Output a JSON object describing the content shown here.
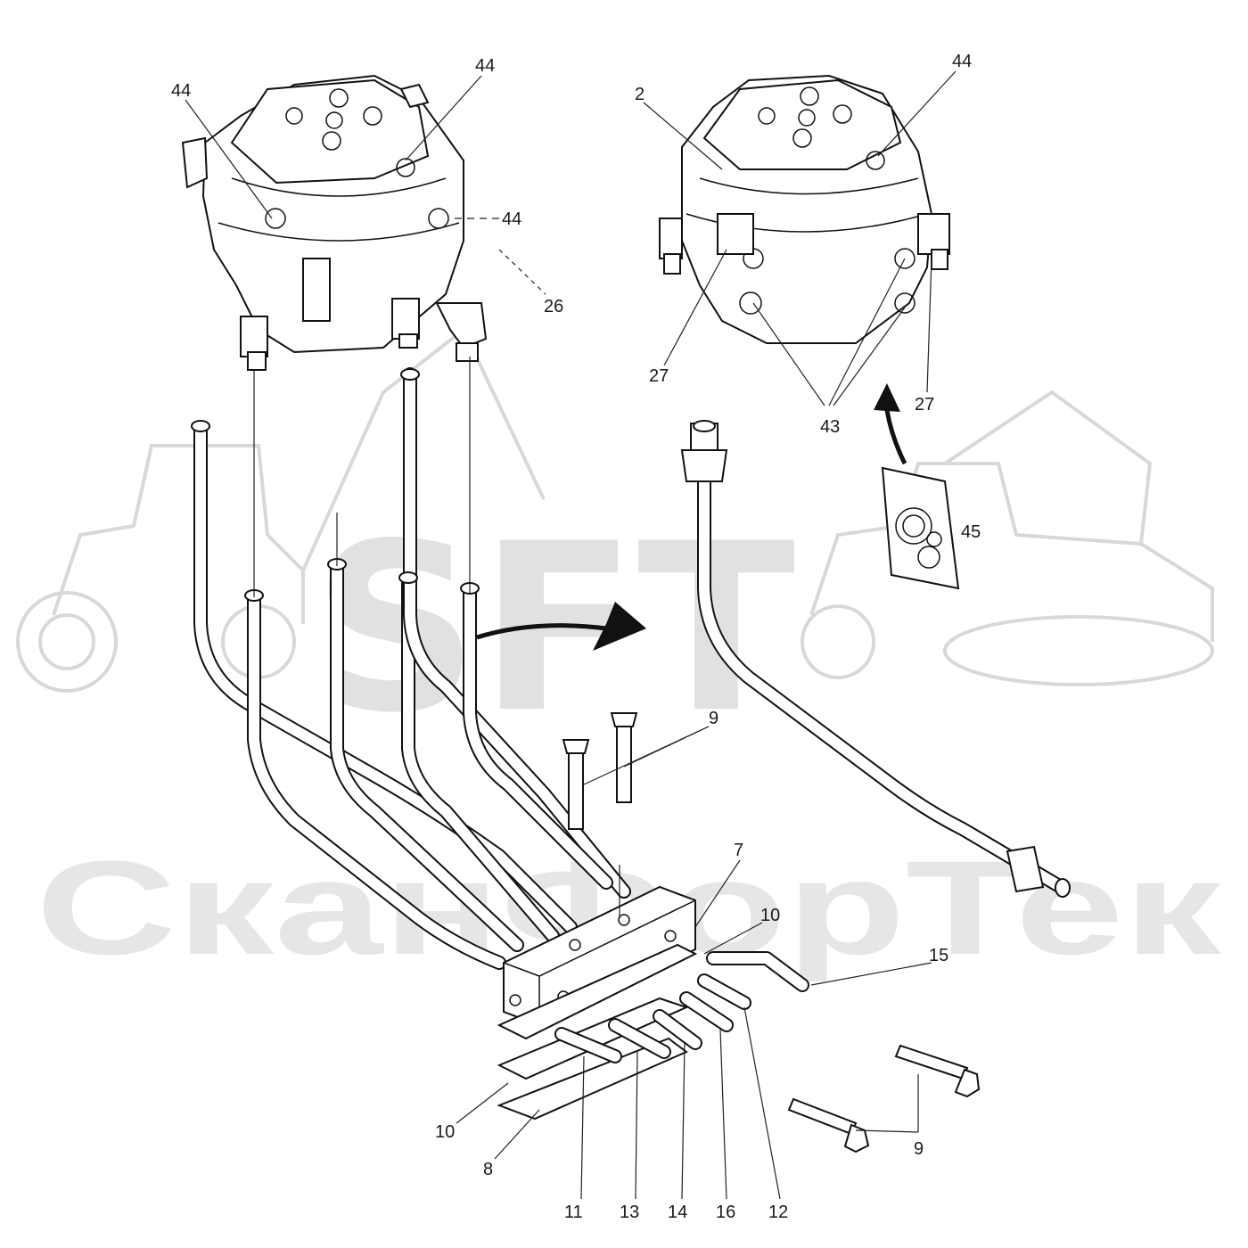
{
  "watermark": {
    "logo_text": "SFT",
    "brand_text": "СканФорТек"
  },
  "callouts": {
    "c44_left": "44",
    "c44_top": "44",
    "c44_side": "44",
    "c26": "26",
    "c2": "2",
    "c44_right": "44",
    "c27_left": "27",
    "c27_right": "27",
    "c43": "43",
    "c45": "45",
    "c9_top": "9",
    "c7": "7",
    "c10_top": "10",
    "c15": "15",
    "c10_bottom": "10",
    "c8": "8",
    "c11": "11",
    "c13": "13",
    "c14": "14",
    "c16": "16",
    "c12": "12",
    "c9_bottom": "9"
  },
  "icons": {
    "arrow_right": "arrow-right-icon",
    "arrow_up": "arrow-up-icon"
  }
}
